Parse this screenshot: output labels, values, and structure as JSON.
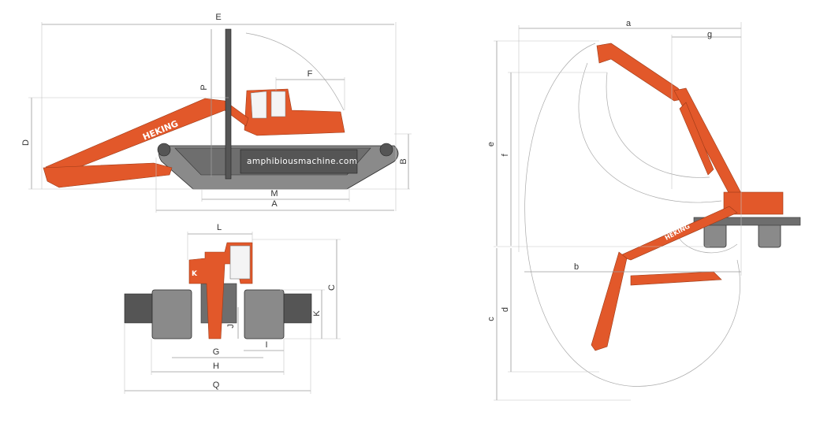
{
  "brand": "HEKING",
  "watermark": "amphibiousmachine.com",
  "colors": {
    "body": "#e2582a",
    "pontoon": "#6e6e6e",
    "dimension_line": "#9a9a9a"
  },
  "side_view": {
    "labels": {
      "E": "E",
      "F": "F",
      "P": "P",
      "D": "D",
      "B": "B",
      "M": "M",
      "A": "A"
    }
  },
  "front_view": {
    "labels": {
      "L": "L",
      "C": "C",
      "K": "K",
      "J": "J",
      "I": "I",
      "G": "G",
      "H": "H",
      "Q": "Q"
    }
  },
  "working_range": {
    "labels": {
      "a": "a",
      "g": "g",
      "e": "e",
      "f": "f",
      "b": "b",
      "c": "c",
      "d": "d"
    }
  }
}
